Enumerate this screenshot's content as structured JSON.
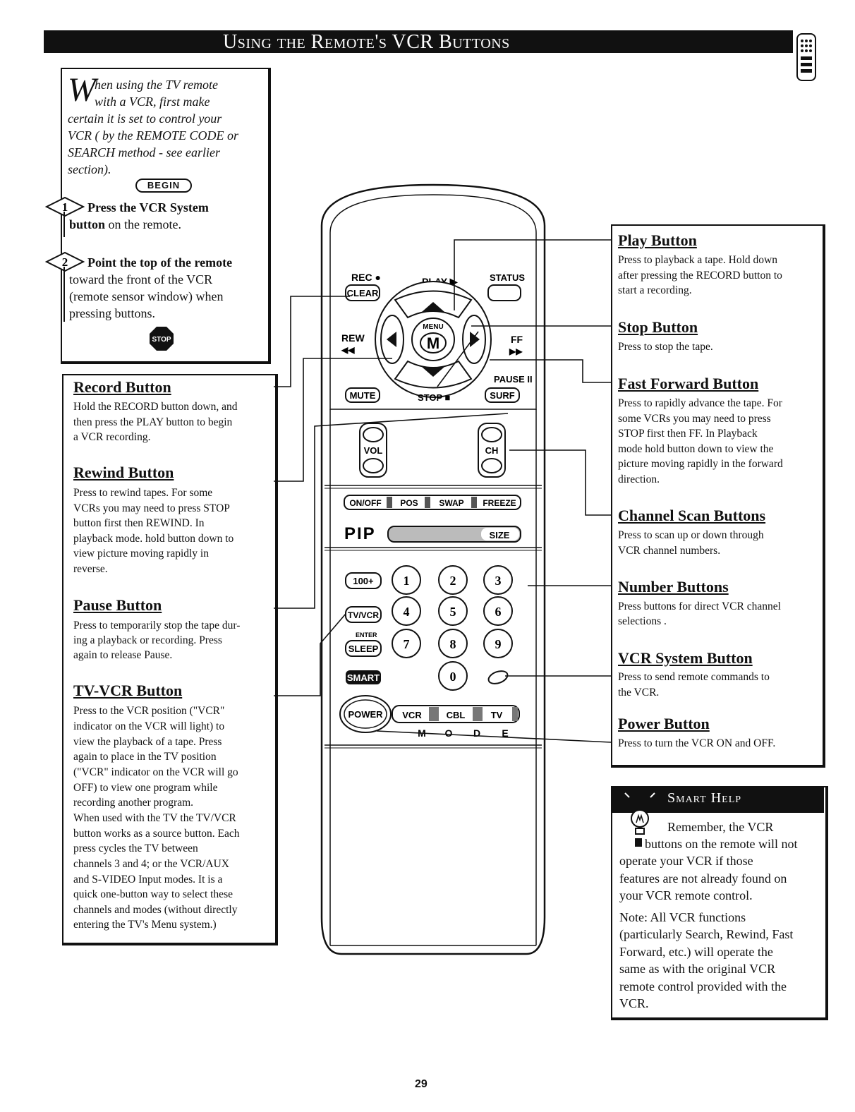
{
  "title": "Using the Remote's VCR Buttons",
  "intro": {
    "lines": [
      "hen using the TV remote",
      "with a VCR, first make",
      "certain it is set to control your",
      "VCR ( by the REMOTE CODE or",
      "SEARCH method - see earlier",
      "section)."
    ],
    "dropcap": "W",
    "begin_badge": "BEGIN",
    "step1_number": "1",
    "step1_bold": "Press the VCR System",
    "step1_line2_bold": "button",
    "step1_line2": " on the remote.",
    "step2_number": "2",
    "step2_bold": "Point the top of the remote",
    "step2_lines": [
      "toward the front of the VCR",
      "(remote sensor window) when",
      "pressing buttons."
    ],
    "stop_badge": "STOP"
  },
  "left_sections": [
    {
      "heading": "Record Button",
      "lines": [
        "Hold the RECORD button down, and",
        "then press the PLAY button to begin",
        "a VCR recording."
      ]
    },
    {
      "heading": "Rewind Button",
      "lines": [
        "Press to rewind tapes. For some",
        "VCRs you may need to press STOP",
        "button first then REWIND. In",
        "playback mode. hold button down to",
        "view picture moving rapidly in",
        "reverse."
      ]
    },
    {
      "heading": "Pause Button",
      "lines": [
        "Press to temporarily stop the tape dur-",
        "ing a playback or recording. Press",
        "again to release Pause."
      ]
    },
    {
      "heading": "TV-VCR Button",
      "lines": [
        "Press to the VCR position (\"VCR\"",
        "indicator on the VCR will light) to",
        "view the playback of a tape. Press",
        "again to place in the TV position",
        "(\"VCR\" indicator on the VCR will go",
        "OFF) to view one program while",
        "recording another program.",
        "When used with the TV the TV/VCR",
        "button works as a source button. Each",
        "press cycles the TV between",
        "channels 3 and 4; or the VCR/AUX",
        "and S-VIDEO Input modes. It is a",
        "quick one-button way to select these",
        "channels and modes (without directly",
        "entering the TV's Menu system.)"
      ]
    }
  ],
  "right_sections": [
    {
      "heading": "Play Button",
      "lines": [
        "Press to playback a tape. Hold down",
        "after pressing the RECORD button to",
        "start a recording."
      ]
    },
    {
      "heading": "Stop Button",
      "lines": [
        "Press to stop the tape."
      ]
    },
    {
      "heading": "Fast Forward Button",
      "lines": [
        "Press to rapidly advance the tape. For",
        "some VCRs you may need to press",
        "STOP first then FF. In Playback",
        "mode hold button down to view the",
        "picture moving rapidly in the forward",
        "direction."
      ]
    },
    {
      "heading": "Channel Scan Buttons",
      "lines": [
        "Press to scan up or down through",
        "VCR channel numbers."
      ]
    },
    {
      "heading": "Number Buttons",
      "lines": [
        "Press buttons for direct VCR channel",
        "selections ."
      ]
    },
    {
      "heading": "VCR System Button",
      "lines": [
        "Press to send remote commands to",
        "the VCR."
      ]
    },
    {
      "heading": "Power Button",
      "lines": [
        "Press to turn the VCR ON and OFF."
      ]
    }
  ],
  "smart_help": {
    "title": "Smart Help",
    "lines": [
      "Remember, the VCR",
      "buttons on the remote will not",
      "operate your VCR if those",
      "features are not already found on",
      "your VCR remote control."
    ],
    "note_lines": [
      "Note: All VCR functions",
      "(particularly Search, Rewind, Fast",
      "Forward, etc.) will operate the",
      "same as with the original VCR",
      "remote control provided with the",
      "VCR."
    ]
  },
  "remote": {
    "rec": "REC ●",
    "play": "PLAY ▶",
    "status": "STATUS",
    "clear": "CLEAR",
    "rew": "REW",
    "rew_arrows": "◀◀",
    "menu": "MENU",
    "m": "M",
    "ff": "FF",
    "ff_arrows": "▶▶",
    "pause": "PAUSE II",
    "mute": "MUTE",
    "stop": "STOP ■",
    "surf": "SURF",
    "vol": "VOL",
    "ch": "CH",
    "pip_buttons": [
      "ON/OFF",
      "POS",
      "SWAP",
      "FREEZE"
    ],
    "pip": "PIP",
    "size": "SIZE",
    "hundred": "100+",
    "tvvcr": "TV/VCR",
    "enter": "ENTER",
    "sleep": "SLEEP",
    "smart": "SMART",
    "digits": [
      "1",
      "2",
      "3",
      "4",
      "5",
      "6",
      "7",
      "8",
      "9",
      "0"
    ],
    "power": "POWER",
    "modes": [
      "VCR",
      "CBL",
      "TV"
    ],
    "mode_label": [
      "M",
      "O",
      "D",
      "E"
    ]
  },
  "page_number": "29"
}
